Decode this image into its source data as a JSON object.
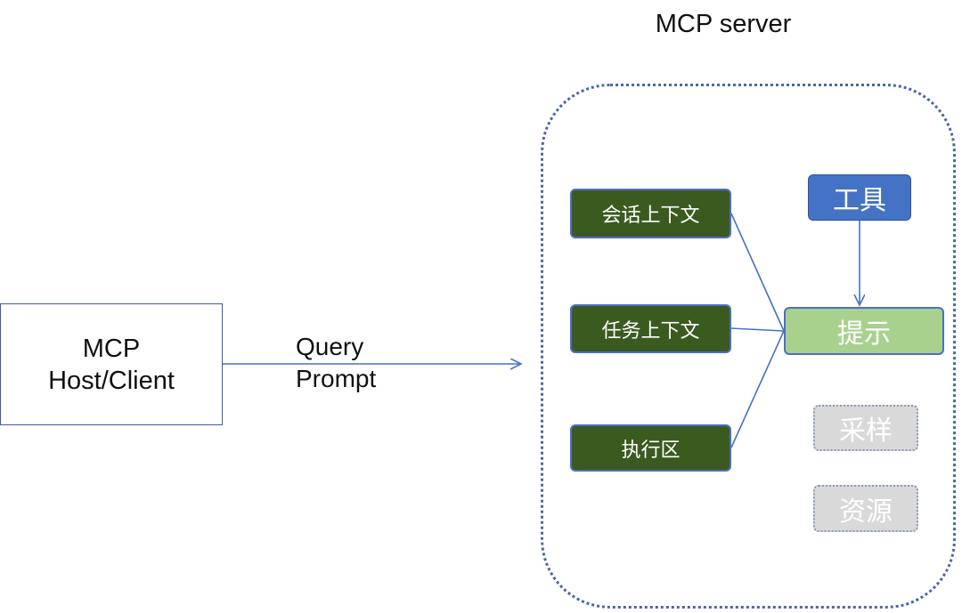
{
  "server": {
    "title": "MCP server"
  },
  "host": {
    "line1": "MCP",
    "line2": "Host/Client"
  },
  "request": {
    "line1": "Query",
    "line2": "Prompt"
  },
  "context_nodes": [
    {
      "label": "会话上下文"
    },
    {
      "label": "任务上下文"
    },
    {
      "label": "执行区"
    }
  ],
  "tool_node": {
    "label": "工具"
  },
  "prompt_node": {
    "label": "提示"
  },
  "inactive_nodes": [
    {
      "label": "采样"
    },
    {
      "label": "资源"
    }
  ],
  "colors": {
    "connector": "#4472c4",
    "context_fill": "#3b5a20",
    "tool_fill": "#4472c4",
    "prompt_fill": "#a9d18e",
    "inactive_fill": "#d9d9d9",
    "frame_border": "#4a66b0"
  }
}
